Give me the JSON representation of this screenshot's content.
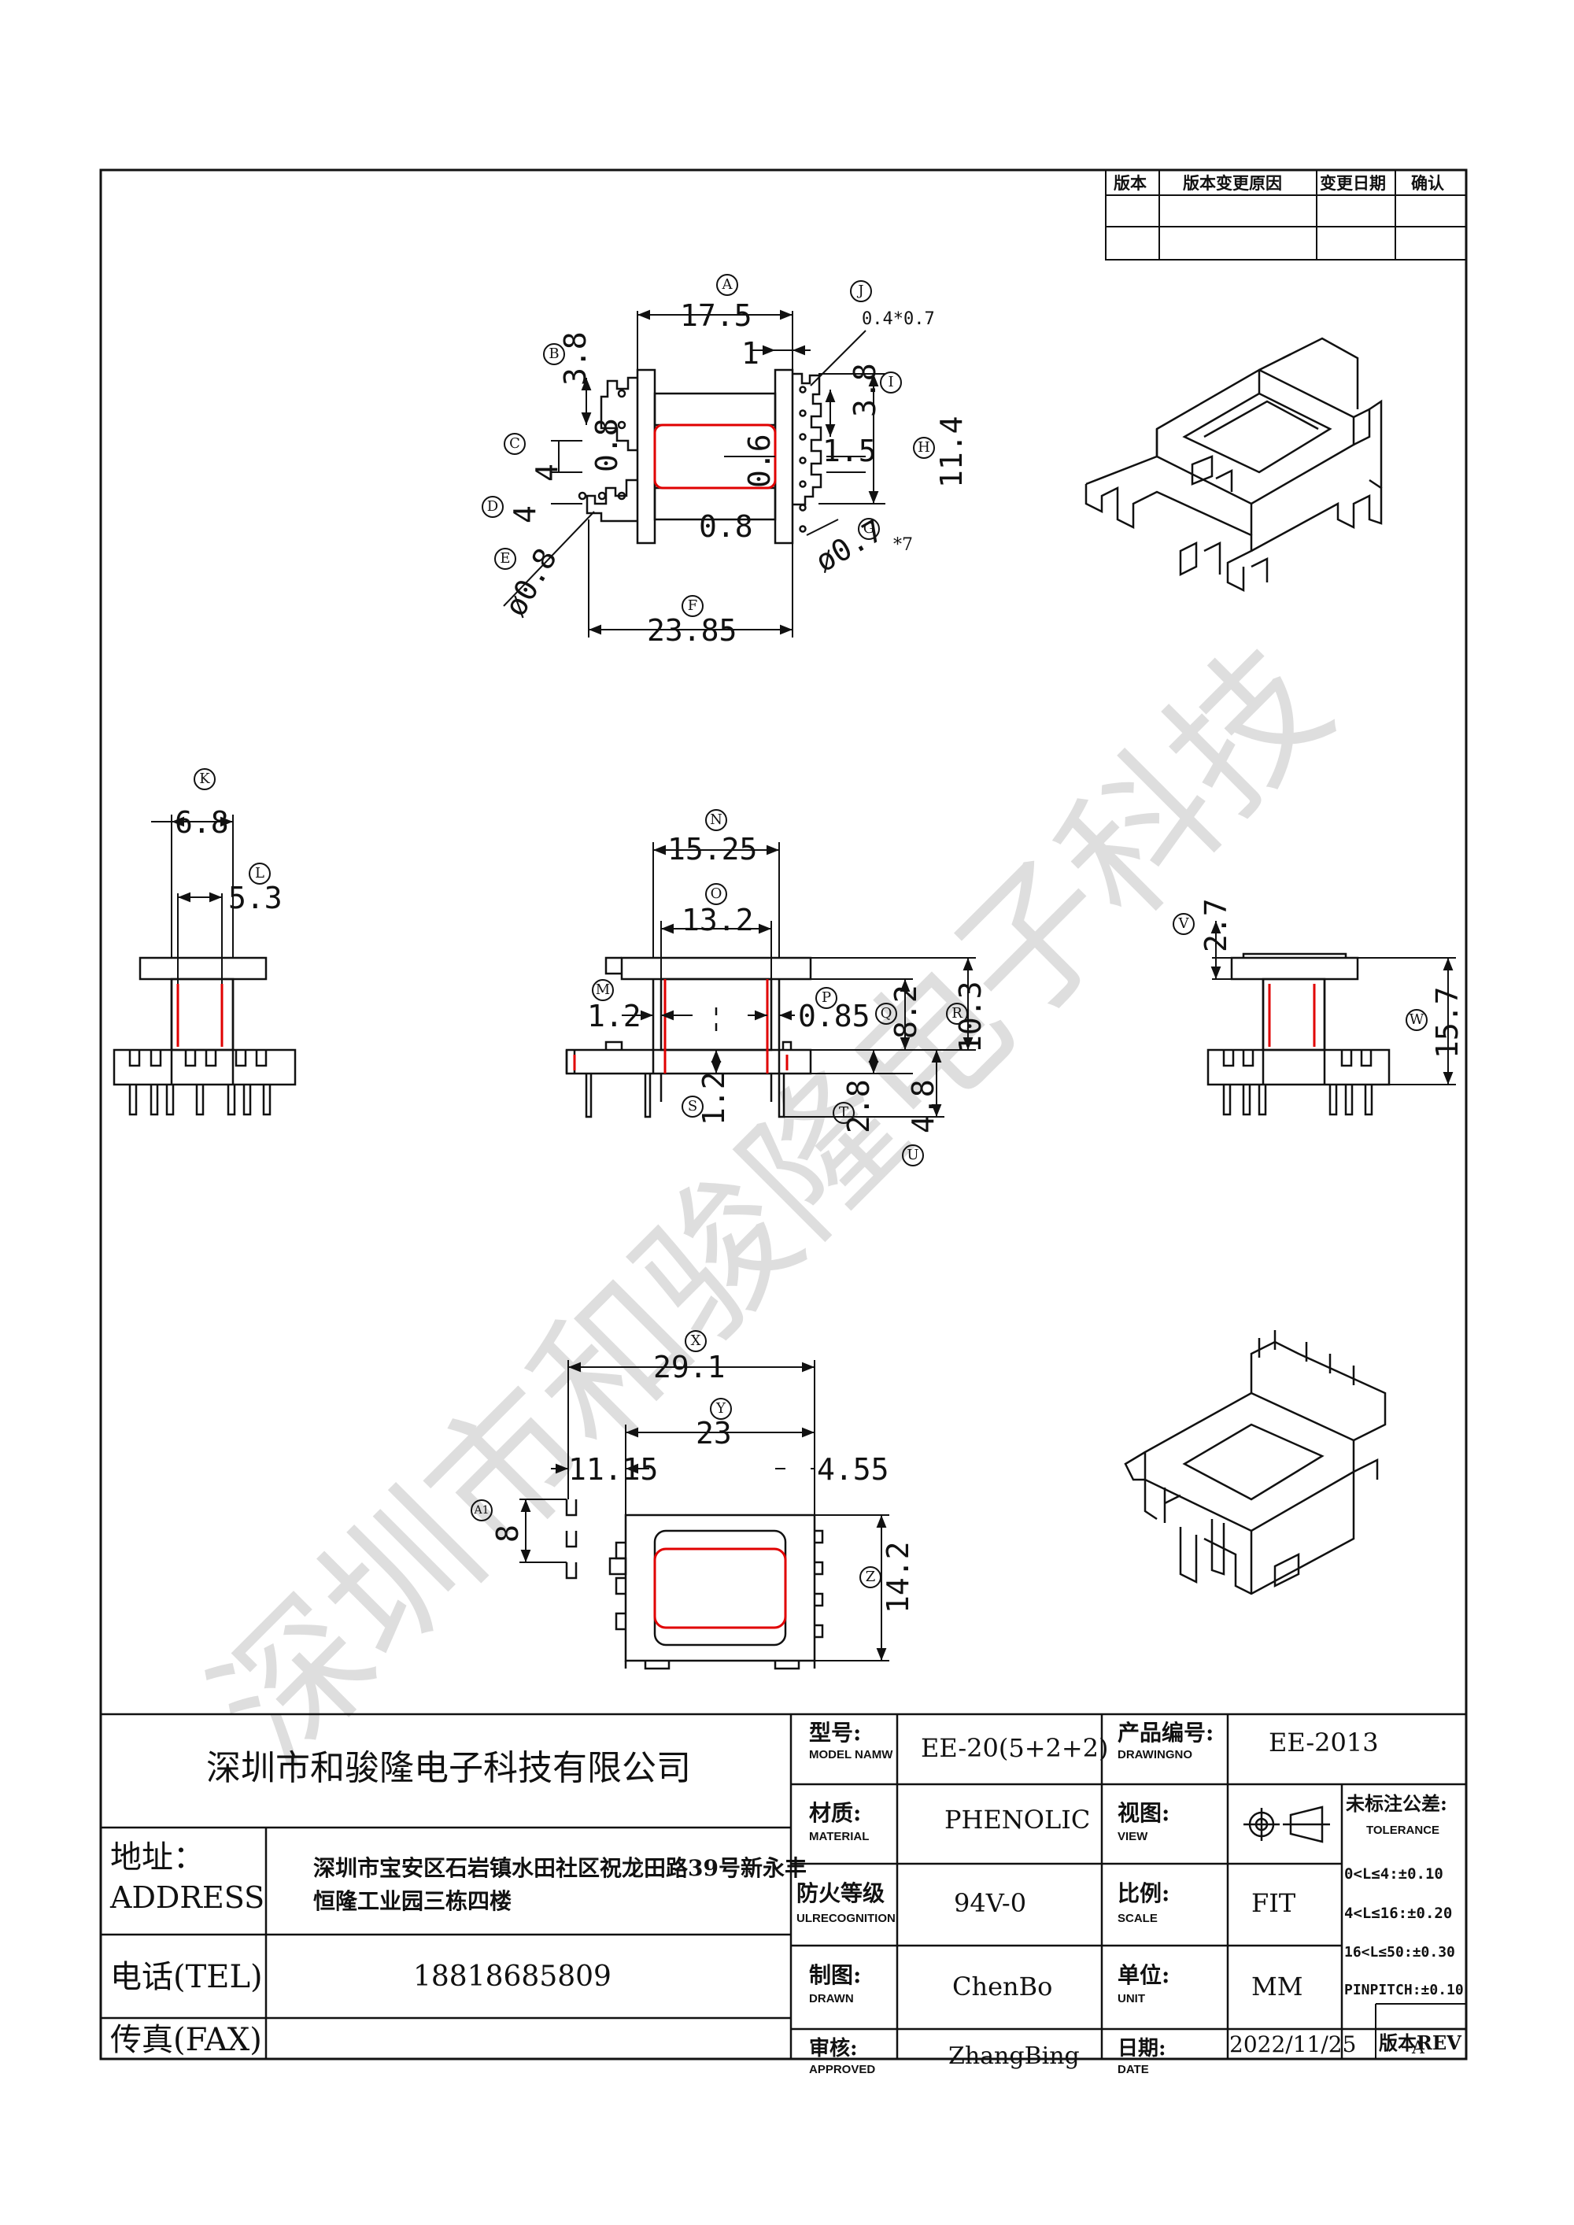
{
  "revision_table": {
    "headers": [
      "版本",
      "版本变更原因",
      "变更日期",
      "确认"
    ]
  },
  "views": {
    "top": {
      "circle_labels": [
        "A",
        "B",
        "C",
        "D",
        "E",
        "F",
        "G",
        "H",
        "I",
        "J"
      ],
      "dims": {
        "a": "17.5",
        "b": "3.8",
        "c": "4",
        "c2": "0.8",
        "d": "4",
        "e": "ø0.8",
        "f": "23.85",
        "g": "ø0.7",
        "g_note": "*7",
        "h": "11.4",
        "i": "3.8",
        "j": "0.4*0.7",
        "one": "1",
        "one_five": "1.5",
        "zero_six": "0.6",
        "zero_eight": "0.8"
      }
    },
    "side_left": {
      "circle_labels": [
        "K",
        "L"
      ],
      "dims": {
        "k": "6.8",
        "l": "5.3"
      }
    },
    "front": {
      "circle_labels": [
        "M",
        "N",
        "O",
        "P",
        "Q",
        "R",
        "S",
        "T",
        "U"
      ],
      "dims": {
        "m": "1.2",
        "n": "15.25",
        "o": "13.2",
        "p": "0.85",
        "q": "8.2",
        "r": "10.3",
        "s": "1.2",
        "t": "2.8",
        "u": "4.8"
      }
    },
    "side_right": {
      "circle_labels": [
        "V",
        "W"
      ],
      "dims": {
        "v": "2.7",
        "w": "15.7"
      }
    },
    "bottom": {
      "circle_labels": [
        "X",
        "Y",
        "Z",
        "A1"
      ],
      "dims": {
        "x": "29.1",
        "y": "23",
        "a1_left": "11.15",
        "a1_right": "4.55",
        "z": "14.2",
        "a1": "8"
      }
    }
  },
  "watermark": "深圳市和骏隆电子科技",
  "title_block": {
    "company": "深圳市和骏隆电子科技有限公司",
    "address_label": "地址：",
    "address_label_en": "ADDRESS",
    "address_line1": "深圳市宝安区石岩镇水田社区祝龙田路39号新永丰",
    "address_line2": "恒隆工业园三栋四楼",
    "tel_label": "电话(TEL)",
    "tel": "18818685809",
    "fax_label": "传真(FAX)",
    "model_label": "型号:",
    "model_sub": "MODEL NAMW",
    "model": "EE-20(5+2+2)",
    "drawing_label": "产品编号:",
    "drawing_sub": "DRAWINGNO",
    "drawing_no": "EE-2013",
    "material_label": "材质:",
    "material_sub": "MATERIAL",
    "material": "PHENOLIC",
    "view_label": "视图:",
    "view_sub": "VIEW",
    "flame_label": "防火等级",
    "flame_sub": "ULRECOGNITION",
    "flame": "94V-0",
    "scale_label": "比例:",
    "scale_sub": "SCALE",
    "scale": "FIT",
    "drawn_label": "制图:",
    "drawn_sub": "DRAWN",
    "drawn": "ChenBo",
    "unit_label": "单位:",
    "unit_sub": "UNIT",
    "unit": "MM",
    "approved_label": "审核:",
    "approved_sub": "APPROVED",
    "approved": "ZhangBing",
    "date_label": "日期:",
    "date_sub": "DATE",
    "date": "2022/11/25",
    "rev_label": "版本REV",
    "rev": "A",
    "tolerance_title": "未标注公差:",
    "tolerance_sub": "TOLERANCE",
    "tolerance": [
      "0<L≤4:±0.10",
      "4<L≤16:±0.20",
      "16<L≤50:±0.30",
      "PINPITCH:±0.10"
    ]
  },
  "colors": {
    "line": "#111111",
    "highlight": "#e00000",
    "watermark": "#cfcfcf"
  }
}
